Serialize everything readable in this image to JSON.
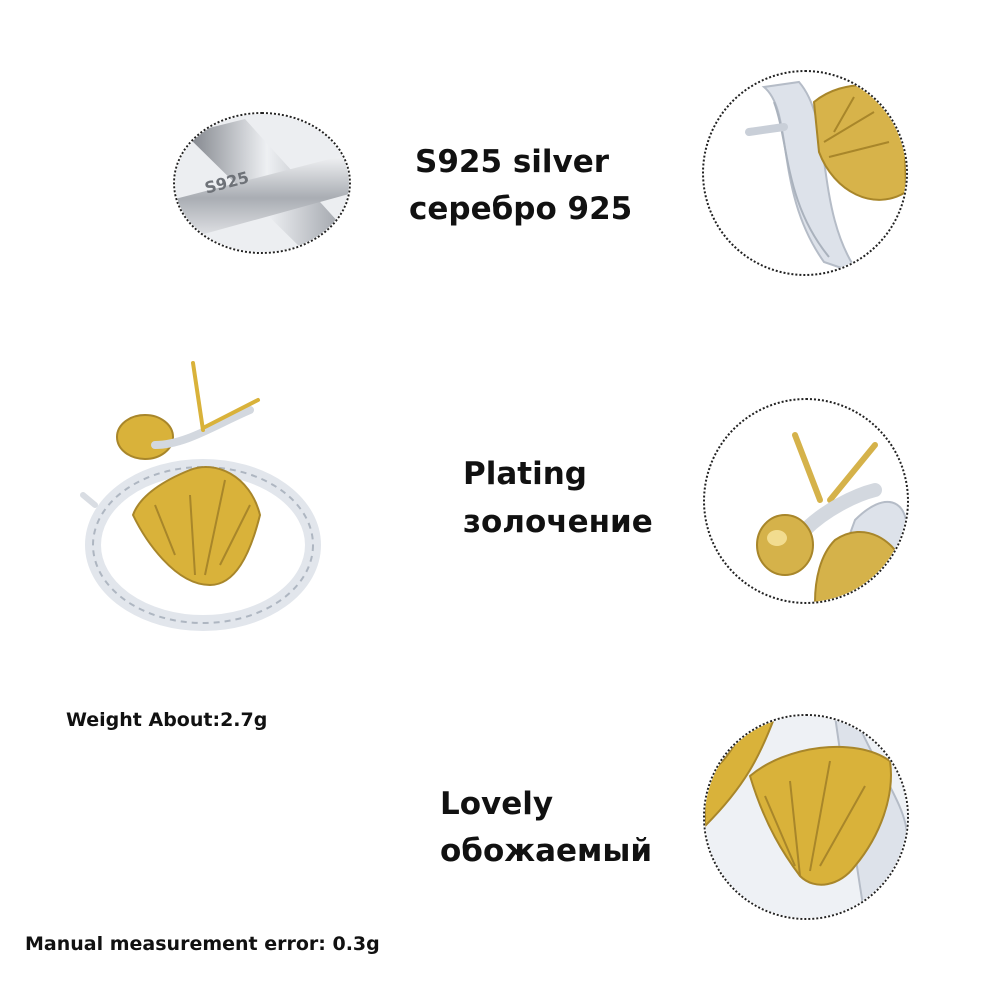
{
  "features": {
    "silver": {
      "title": "S925 silver",
      "subtitle": "серебро 925",
      "engraving": "S925"
    },
    "plating": {
      "title": "Plating",
      "subtitle": "золочение"
    },
    "lovely": {
      "title": "Lovely",
      "subtitle": "обожаемый"
    }
  },
  "specs": {
    "weight": "Weight About:2.7g",
    "error": "Manual measurement error: 0.3g"
  },
  "colors": {
    "gold": "#d9b23a",
    "silver": "#dfe3ea",
    "border": "#222222"
  }
}
